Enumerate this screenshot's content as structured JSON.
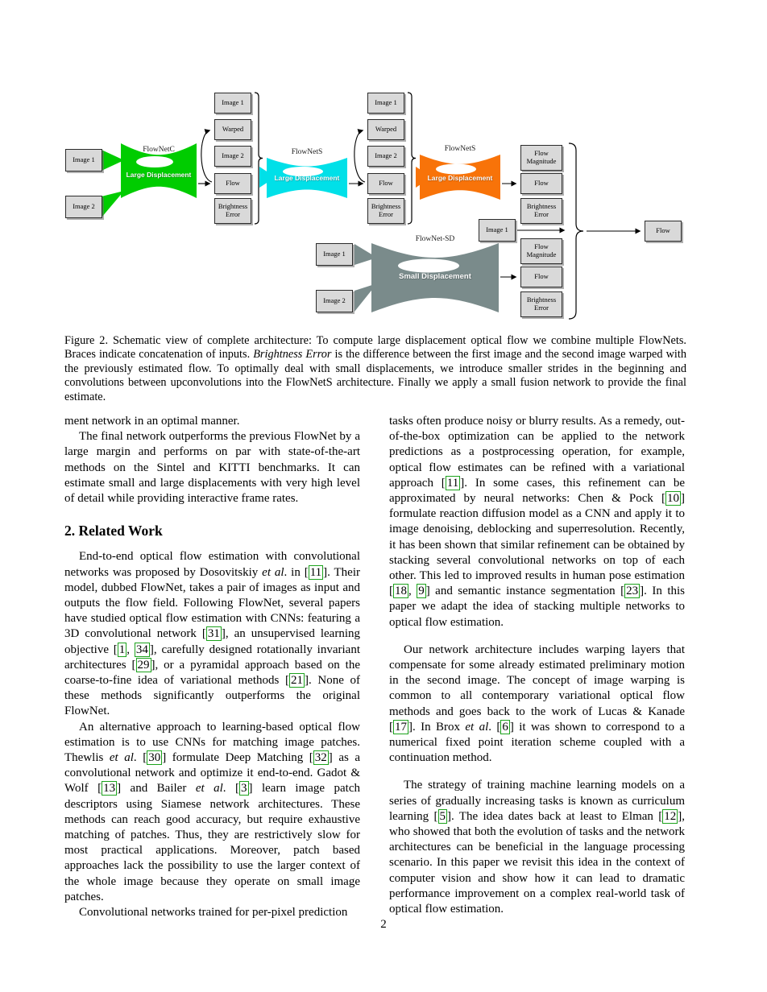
{
  "figure": {
    "networks": {
      "flownetc": {
        "name": "FlowNetC",
        "label": "Large Displacement"
      },
      "flownets1": {
        "name": "FlowNetS",
        "label": "Large Displacement"
      },
      "flownets2": {
        "name": "FlowNetS",
        "label": "Large Displacement"
      },
      "flownetsd": {
        "name": "FlowNet-SD",
        "label": "Small Displacement"
      }
    },
    "box_labels": {
      "image1": "Image 1",
      "image2": "Image 2",
      "warped": "Warped",
      "flow": "Flow",
      "brightness_error": "Brightness Error",
      "flow_magnitude": "Flow Magnitude"
    },
    "colors": {
      "flownetc": "#00cc00",
      "flownets1": "#00e0e8",
      "flownets2": "#f87309",
      "flownetsd": "#7a8b8b"
    }
  },
  "caption": {
    "p1": "Figure 2. Schematic view of complete architecture: To compute large displacement optical flow we combine multiple FlowNets. Braces indicate concatenation of inputs. ",
    "term": "Brightness Error",
    "p2": " is the difference between the first image and the second image warped with the previously estimated flow. To optimally deal with small displacements, we introduce smaller strides in the beginning and convolutions between upconvolutions into the FlowNetS architecture. Finally we apply a small fusion network to provide the final estimate."
  },
  "content": {
    "left": {
      "p0": "ment network in an optimal manner.",
      "p1": "The final network outperforms the previous FlowNet by a large margin and performs on par with state-of-the-art methods on the Sintel and KITTI benchmarks. It can estimate small and large displacements with very high level of detail while providing interactive frame rates.",
      "heading": "2. Related Work",
      "p2": "End-to-end optical flow estimation with convolutional networks was proposed by Dosovitskiy et al. in [11]. Their model, dubbed FlowNet, takes a pair of images as input and outputs the flow field. Following FlowNet, several papers have studied optical flow estimation with CNNs: featuring a 3D convolutional network [31], an unsupervised learning objective [1, 34], carefully designed rotationally invariant architectures [29], or a pyramidal approach based on the coarse-to-fine idea of variational methods [21]. None of these methods significantly outperforms the original FlowNet.",
      "p3": "An alternative approach to learning-based optical flow estimation is to use CNNs for matching image patches. Thewlis et al. [30] formulate Deep Matching [32] as a convolutional network and optimize it end-to-end. Gadot & Wolf [13] and Bailer et al. [3] learn image patch descriptors using Siamese network architectures. These methods can reach good accuracy, but require exhaustive matching of patches. Thus, they are restrictively slow for most practical applications. Moreover, patch based approaches lack the possibility to use the larger context of the whole image because they operate on small image patches.",
      "p4": "Convolutional networks trained for per-pixel prediction"
    },
    "right": {
      "p0": "tasks often produce noisy or blurry results. As a remedy, out-of-the-box optimization can be applied to the network predictions as a postprocessing operation, for example, optical flow estimates can be refined with a variational approach [11]. In some cases, this refinement can be approximated by neural networks: Chen & Pock [10] formulate reaction diffusion model as a CNN and apply it to image denoising, deblocking and superresolution. Recently, it has been shown that similar refinement can be obtained by stacking several convolutional networks on top of each other. This led to improved results in human pose estimation [18, 9] and semantic instance segmentation [23]. In this paper we adapt the idea of stacking multiple networks to optical flow estimation.",
      "p1": "Our network architecture includes warping layers that compensate for some already estimated preliminary motion in the second image. The concept of image warping is common to all contemporary variational optical flow methods and goes back to the work of Lucas & Kanade [17]. In Brox et al. [6] it was shown to correspond to a numerical fixed point iteration scheme coupled with a continuation method.",
      "p2": "The strategy of training machine learning models on a series of gradually increasing tasks is known as curriculum learning [5]. The idea dates back at least to Elman [12], who showed that both the evolution of tasks and the network architectures can be beneficial in the language processing scenario. In this paper we revisit this idea in the context of computer vision and show how it can lead to dramatic performance improvement on a complex real-world task of optical flow estimation."
    }
  },
  "page_number": "2"
}
